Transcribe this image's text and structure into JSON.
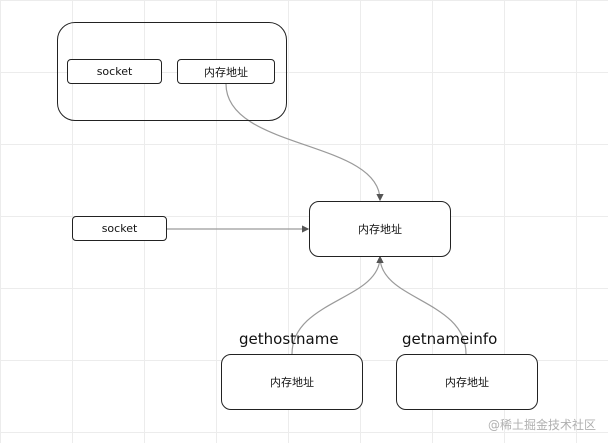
{
  "diagram": {
    "group": {
      "left_label": "socket",
      "right_label": "内存地址"
    },
    "middle_socket_label": "socket",
    "center_box_label": "内存地址",
    "gethostname": {
      "title": "gethostname",
      "box_label": "内存地址"
    },
    "getnameinfo": {
      "title": "getnameinfo",
      "box_label": "内存地址"
    }
  },
  "watermark": "@稀土掘金技术社区",
  "colors": {
    "border": "#222222",
    "connector": "#9a9a9a",
    "grid": "#ececec",
    "watermark": "#b0b0b0"
  }
}
